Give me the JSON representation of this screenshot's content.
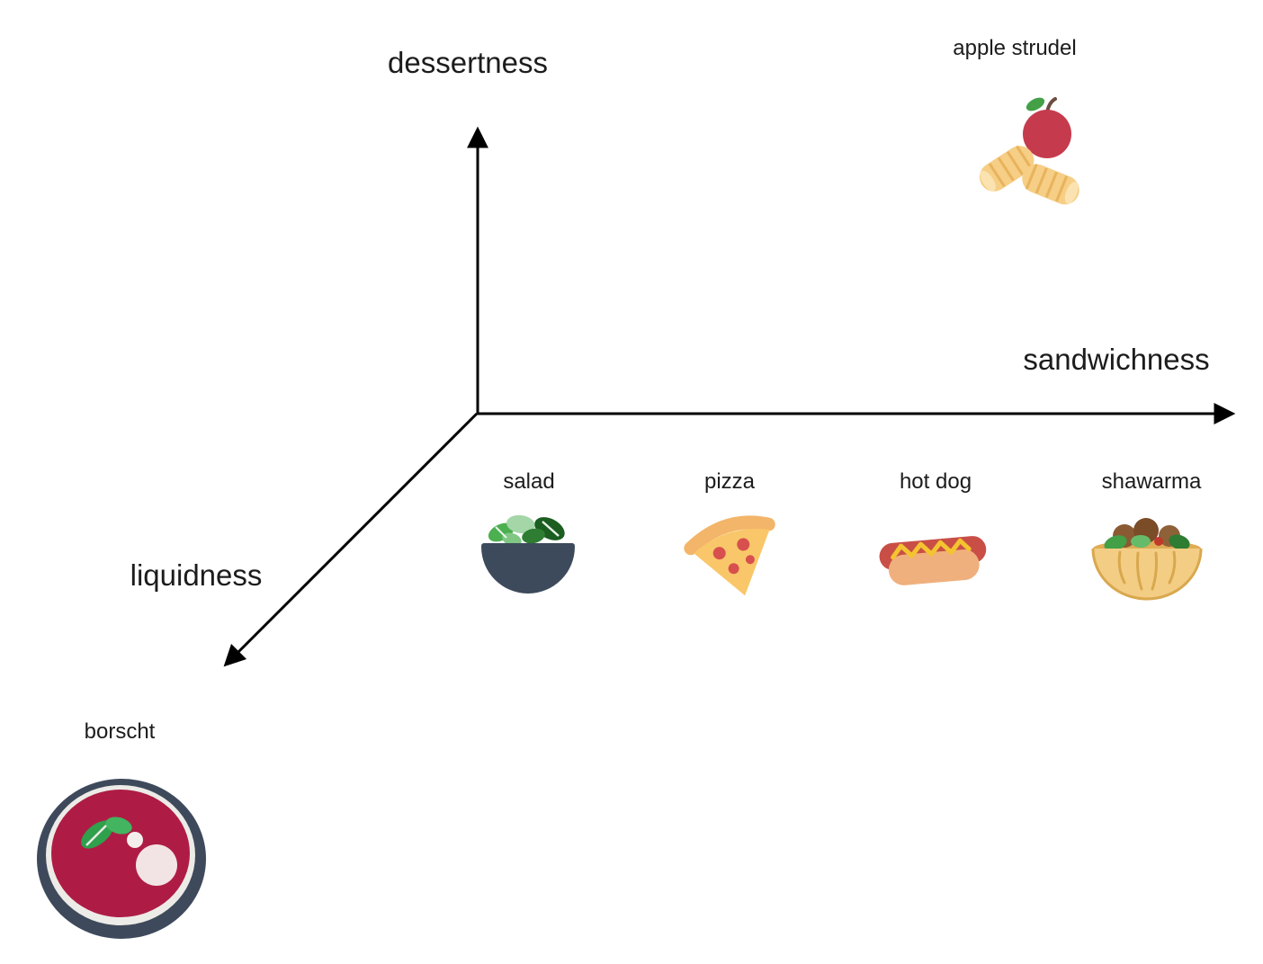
{
  "diagram": {
    "background_color": "#ffffff",
    "axes": {
      "vertical": {
        "label": "dessertness"
      },
      "horizontal": {
        "label": "sandwichness"
      },
      "diagonal": {
        "label": "liquidness"
      }
    },
    "items": [
      {
        "label": "apple strudel",
        "icon": "apple-strudel-icon",
        "region": "high dessertness, high sandwichness"
      },
      {
        "label": "salad",
        "icon": "salad-bowl-icon",
        "region": "sandwichness axis, lowest"
      },
      {
        "label": "pizza",
        "icon": "pizza-slice-icon",
        "region": "sandwichness axis, low"
      },
      {
        "label": "hot dog",
        "icon": "hot-dog-icon",
        "region": "sandwichness axis, high"
      },
      {
        "label": "shawarma",
        "icon": "shawarma-icon",
        "region": "sandwichness axis, highest"
      },
      {
        "label": "borscht",
        "icon": "borscht-bowl-icon",
        "region": "liquidness axis, highest"
      }
    ],
    "colors": {
      "axis": "#000000",
      "text": "#1c1c1c",
      "bowl_slate": "#3D4A5C",
      "soup_red": "#AE1C45",
      "pastry_tan": "#F6CE85",
      "pizza_body": "#F9C769",
      "pepperoni_red": "#D8504D",
      "bun_tan": "#EFB07E",
      "sausage_red": "#C94F46",
      "mustard_yellow": "#F4C430",
      "lettuce_green": "#43A047",
      "apple_red": "#C53B4D"
    }
  }
}
